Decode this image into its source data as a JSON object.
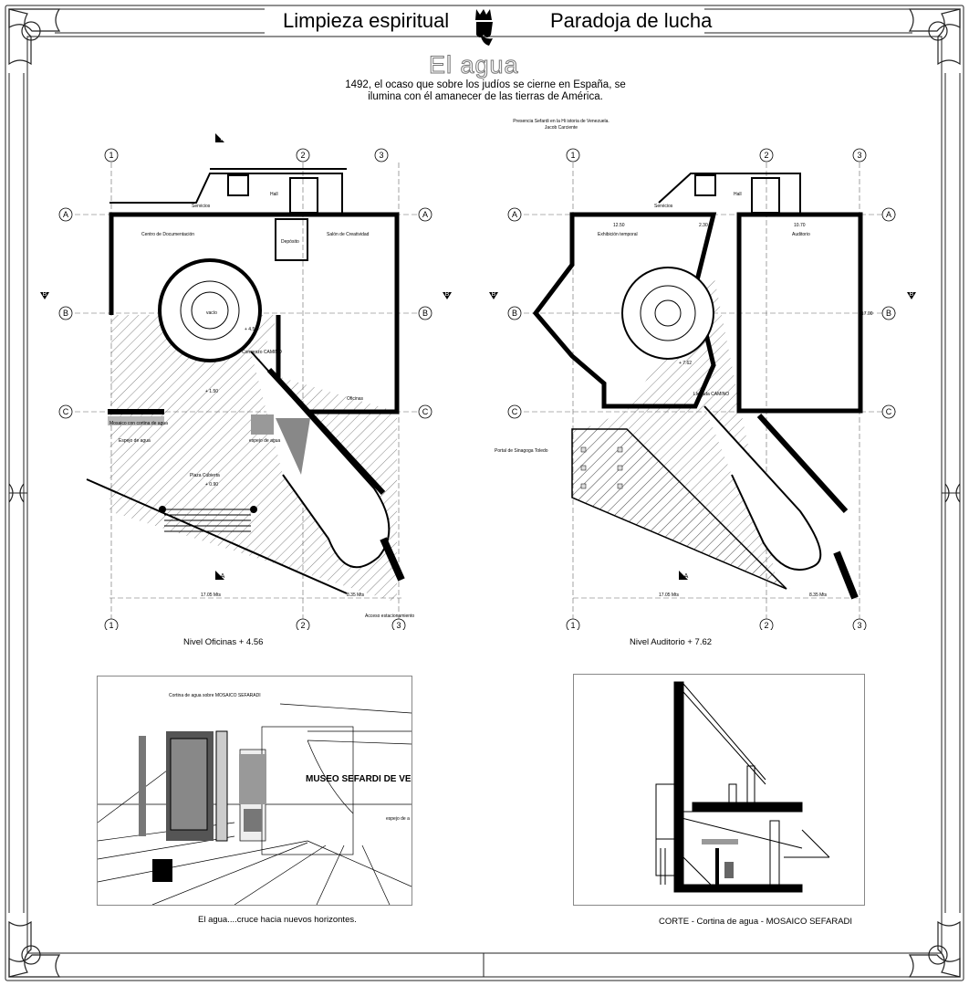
{
  "header": {
    "title_left": "Limpieza espiritual",
    "title_right": "Paradoja de lucha",
    "subtitle": "El agua",
    "quote": "1492, el ocaso que sobre los judíos se cierne en España, se ilumina con él amanecer de las tierras de América.",
    "source": "Presencia Sefardi en la Hi istoria de Venezuela. Jacob Carciente"
  },
  "plan_left": {
    "caption": "Nivel Oficinas    + 4.56",
    "axes_cols": [
      "1",
      "2",
      "3"
    ],
    "axes_rows": [
      "A",
      "B",
      "C"
    ],
    "section_mark": "A",
    "section_mark_b": "B",
    "labels": {
      "servicios": "Servicios",
      "hall": "Hall",
      "centro": "Centro de Documentación",
      "deposito": "Depósito",
      "salon": "Salón de Creatividad",
      "vacio": "vacío",
      "level_1": "+ 4.56",
      "comienzo": "Comienzo CAMINO",
      "level_2": "+ 1.50",
      "oficinas": "Oficinas",
      "mosaico": "Mosaico con cortina de agua",
      "espejo_1": "Espejo de agua",
      "espejo_2": "espejo de agua",
      "plaza": "Plaza Cubierta",
      "level_3": "+ 0.90",
      "dim_1": "17.05 Mts",
      "dim_2": "8.35 Mts",
      "acceso": "Acceso estacionamiento"
    }
  },
  "plan_right": {
    "caption": "Nivel Auditorio + 7.62",
    "axes_cols": [
      "1",
      "2",
      "3"
    ],
    "axes_rows": [
      "A",
      "B",
      "C"
    ],
    "section_mark": "A",
    "section_mark_b": "B",
    "labels": {
      "servicios": "Servicios",
      "hall": "Hall",
      "exhibicion": "Exhibición temporal",
      "auditorio": "Auditorio",
      "dim_a": "12.50",
      "dim_b": "2.30",
      "dim_c": "10.70",
      "dim_v": "17.00",
      "level": "+ 7.62",
      "llegada": "Llegada CAMINO",
      "portal": "Portal de Sinagoga Toledo",
      "dim_1": "17.05 Mts",
      "dim_2": "8.35 Mts"
    }
  },
  "perspective": {
    "caption": "El agua....cruce hacia nuevos horizontes.",
    "label_cortina": "Cortina de agua sobre MOSAICO SEFARADI",
    "sign": "MUSEO SEFARDI DE VENEZ",
    "espejo": "espejo de a"
  },
  "section": {
    "caption": "CORTE - Cortina de agua - MOSAICO SEFARADI"
  }
}
